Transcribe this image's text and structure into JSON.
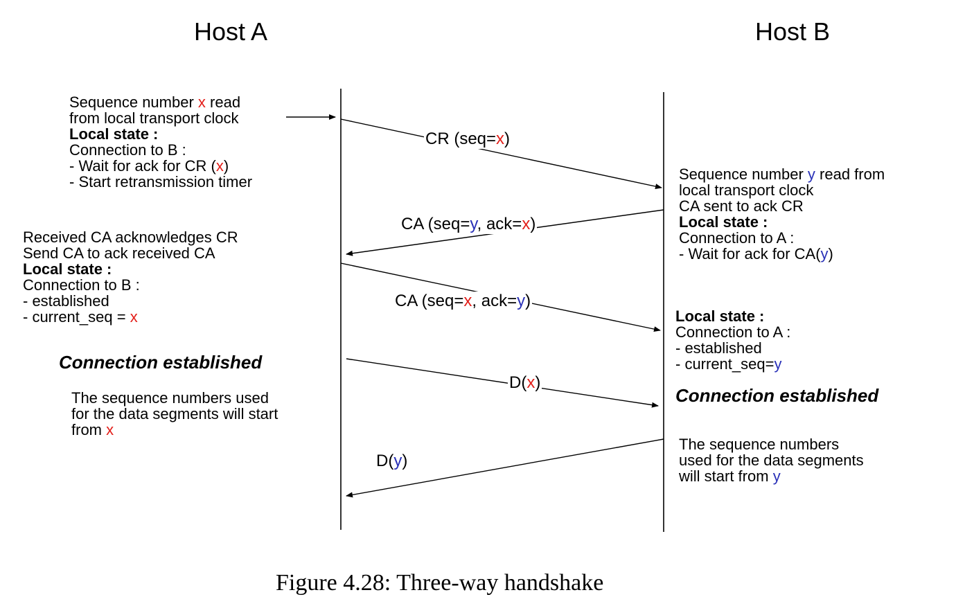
{
  "hosts": {
    "a": "Host A",
    "b": "Host B"
  },
  "a_block1": {
    "line1_pre": "Sequence number ",
    "line1_var": "x",
    "line1_post": " read",
    "line2": "from local transport clock",
    "state": "Local state :",
    "conn": "Connection to B :",
    "wait_pre": "- Wait for ack for CR (",
    "wait_var": "x",
    "wait_post": ")",
    "timer": "- Start retransmission timer"
  },
  "a_block2": {
    "line1": "Received CA acknowledges CR",
    "line2": "Send CA to ack received CA",
    "state": "Local state :",
    "conn": "Connection to B :",
    "established": "- established",
    "seq_pre": "- current_seq = ",
    "seq_var": "x"
  },
  "a_established": "Connection established",
  "a_block3": {
    "line1": "The sequence numbers used",
    "line2": "for the data segments will start",
    "line3_pre": "from ",
    "line3_var": "x"
  },
  "b_block1": {
    "line1_pre": "Sequence number ",
    "line1_var": "y",
    "line1_post": " read from",
    "line2": "local transport clock",
    "line3": "CA sent to ack CR",
    "state": "Local state :",
    "conn": "Connection to A :",
    "wait_pre": "- Wait for ack for CA(",
    "wait_var": "y",
    "wait_post": ")"
  },
  "b_block2": {
    "state": "Local state :",
    "conn": "Connection to A :",
    "established": "- established",
    "seq_pre": "- current_seq=",
    "seq_var": "y"
  },
  "b_established": "Connection established",
  "b_block3": {
    "line1": "The sequence numbers",
    "line2": "used for the data segments",
    "line3_pre": "will start from ",
    "line3_var": "y"
  },
  "messages": {
    "cr": {
      "pre": "CR (seq=",
      "x": "x",
      "post": ")"
    },
    "ca1": {
      "pre": "CA  (seq=",
      "y": "y",
      "mid": ", ack=",
      "x": "x",
      "post": ")"
    },
    "ca2": {
      "pre": "CA (seq=",
      "x": "x",
      "mid": ", ack=",
      "y": "y",
      "post": ")"
    },
    "dx": {
      "pre": "D(",
      "x": "x",
      "post": ")"
    },
    "dy": {
      "pre": "D(",
      "y": "y",
      "post": ")"
    }
  },
  "caption": "Figure 4.28: Three-way handshake",
  "colors": {
    "x_var": "#e3201b",
    "y_var": "#2a31b8",
    "line": "#000000"
  }
}
